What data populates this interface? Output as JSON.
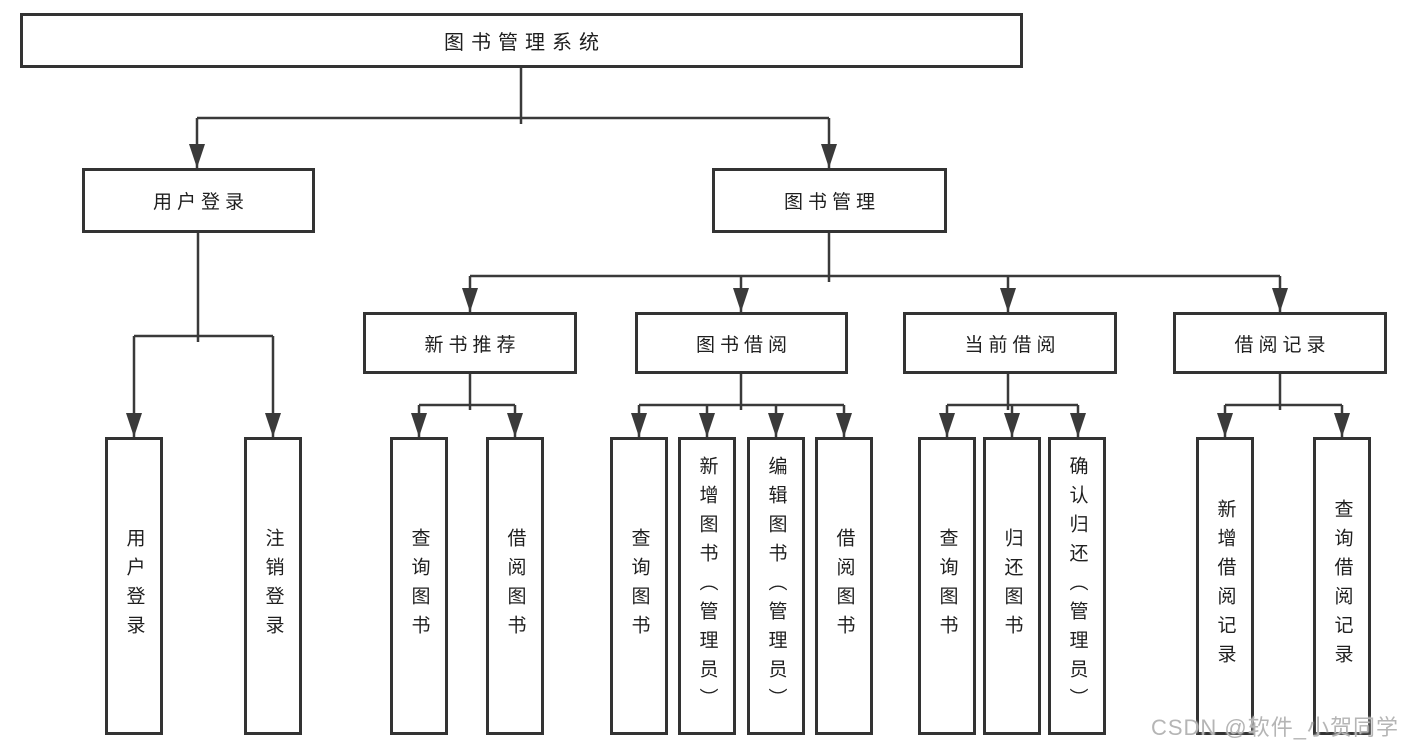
{
  "tree": {
    "root": {
      "label": "图书管理系统"
    },
    "branches": [
      {
        "label": "用户登录",
        "children": [
          {
            "label": "用户登录"
          },
          {
            "label": "注销登录"
          }
        ]
      },
      {
        "label": "图书管理",
        "children": [
          {
            "label": "新书推荐",
            "children": [
              {
                "label": "查询图书"
              },
              {
                "label": "借阅图书"
              }
            ]
          },
          {
            "label": "图书借阅",
            "children": [
              {
                "label": "查询图书"
              },
              {
                "label": "新增图书（管理员）"
              },
              {
                "label": "编辑图书（管理员）"
              },
              {
                "label": "借阅图书"
              }
            ]
          },
          {
            "label": "当前借阅",
            "children": [
              {
                "label": "查询图书"
              },
              {
                "label": "归还图书"
              },
              {
                "label": "确认归还（管理员）"
              }
            ]
          },
          {
            "label": "借阅记录",
            "children": [
              {
                "label": "新增借阅记录"
              },
              {
                "label": "查询借阅记录"
              }
            ]
          }
        ]
      }
    ]
  },
  "watermark": {
    "text": "CSDN @软件_小贺同学"
  },
  "colors": {
    "line": "#3a3a3a",
    "box_border": "#333333",
    "text": "#1f1f1f",
    "watermark": "#b5b5b5",
    "background": "#ffffff"
  }
}
